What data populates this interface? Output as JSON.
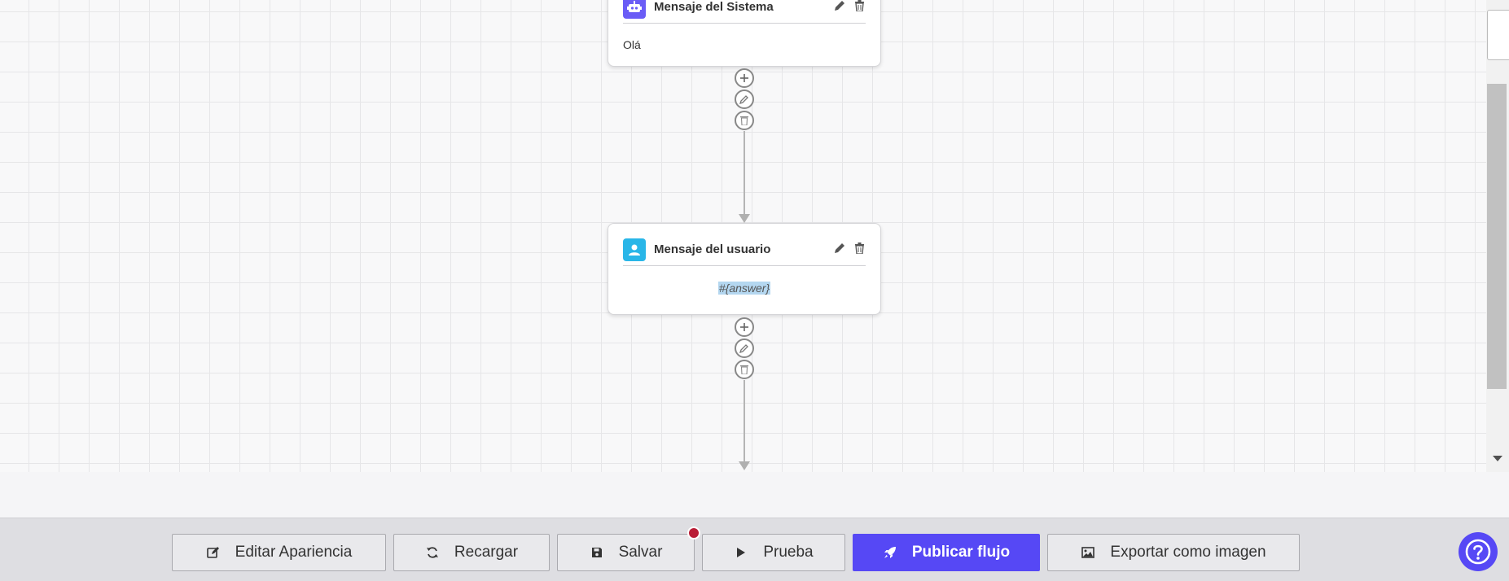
{
  "nodes": [
    {
      "title": "Mensaje del Sistema",
      "icon": "robot-icon",
      "icon_color": "#6a5cf6",
      "body": "Olá"
    },
    {
      "title": "Mensaje del usuario",
      "icon": "user-icon",
      "icon_color": "#29b6e8",
      "body": "#{answer}"
    }
  ],
  "toolbar": {
    "edit_label": "Editar Apariencia",
    "reload_label": "Recargar",
    "save_label": "Salvar",
    "test_label": "Prueba",
    "publish_label": "Publicar flujo",
    "export_label": "Exportar como imagen"
  },
  "colors": {
    "primary": "#5648f5",
    "unsaved_dot": "#b91c36"
  }
}
